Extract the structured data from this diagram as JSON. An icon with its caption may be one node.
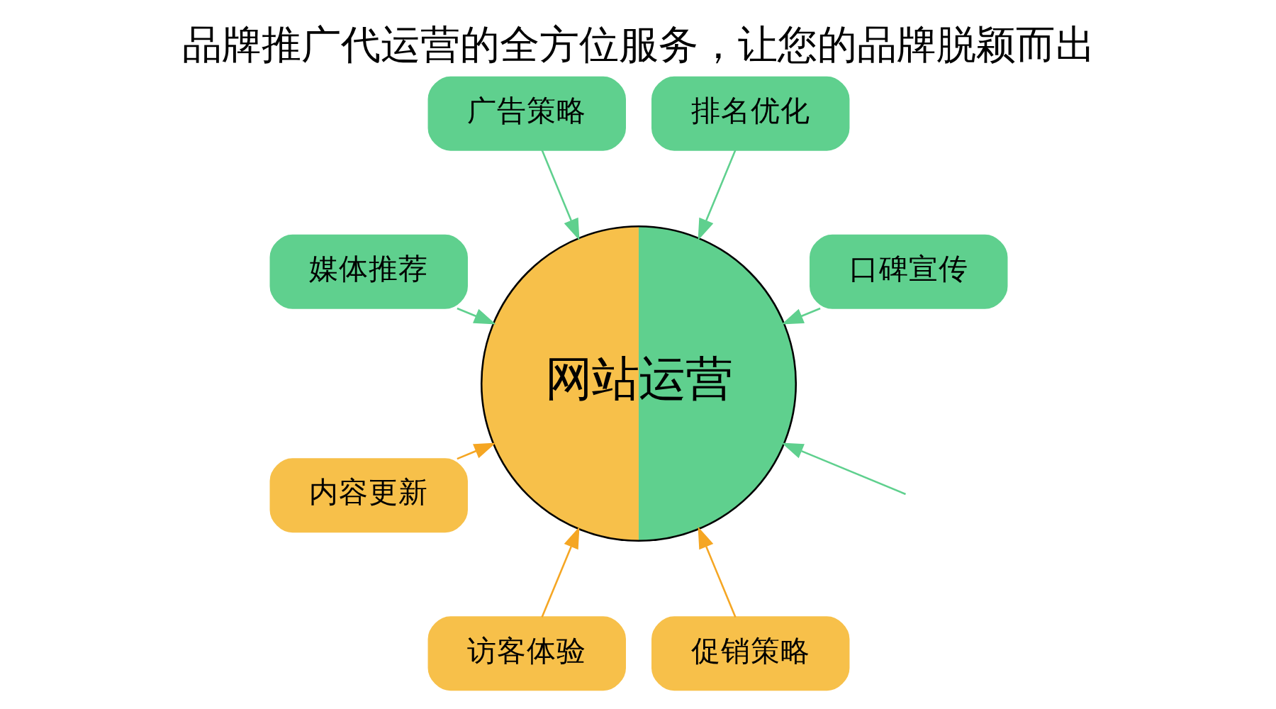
{
  "diagram": {
    "title": "品牌推广代运营的全方位服务，让您的品牌脱颖而出",
    "nodes": [
      {
        "text": [
          "网站运营"
        ]
      },
      {
        "text": [
          "口碑宣传"
        ]
      },
      {
        "text": [
          "排名优化"
        ]
      },
      {
        "text": [
          "广告策略"
        ]
      },
      {
        "text": [
          "媒体推荐"
        ]
      },
      {
        "text": [
          "内容更新"
        ]
      },
      {
        "text": [
          "访客体验"
        ]
      },
      {
        "text": [
          "促销策略"
        ]
      }
    ],
    "edges": [
      {
        "from": 1,
        "to": 0,
        "arrow": "to"
      },
      {
        "from": 2,
        "to": 0,
        "arrow": "to"
      },
      {
        "from": 3,
        "to": 0,
        "arrow": "to"
      },
      {
        "from": 4,
        "to": 0,
        "arrow": "to"
      },
      {
        "from": 5,
        "to": 0,
        "arrow": "to",
        "color": "#f5a623"
      },
      {
        "from": 6,
        "to": 0,
        "arrow": "to",
        "color": "#f5a623"
      },
      {
        "from": 7,
        "to": 0,
        "arrow": "to",
        "color": "#f5a623"
      },
      {
        "from": null,
        "to": 0,
        "arrow": "to"
      }
    ]
  }
}
